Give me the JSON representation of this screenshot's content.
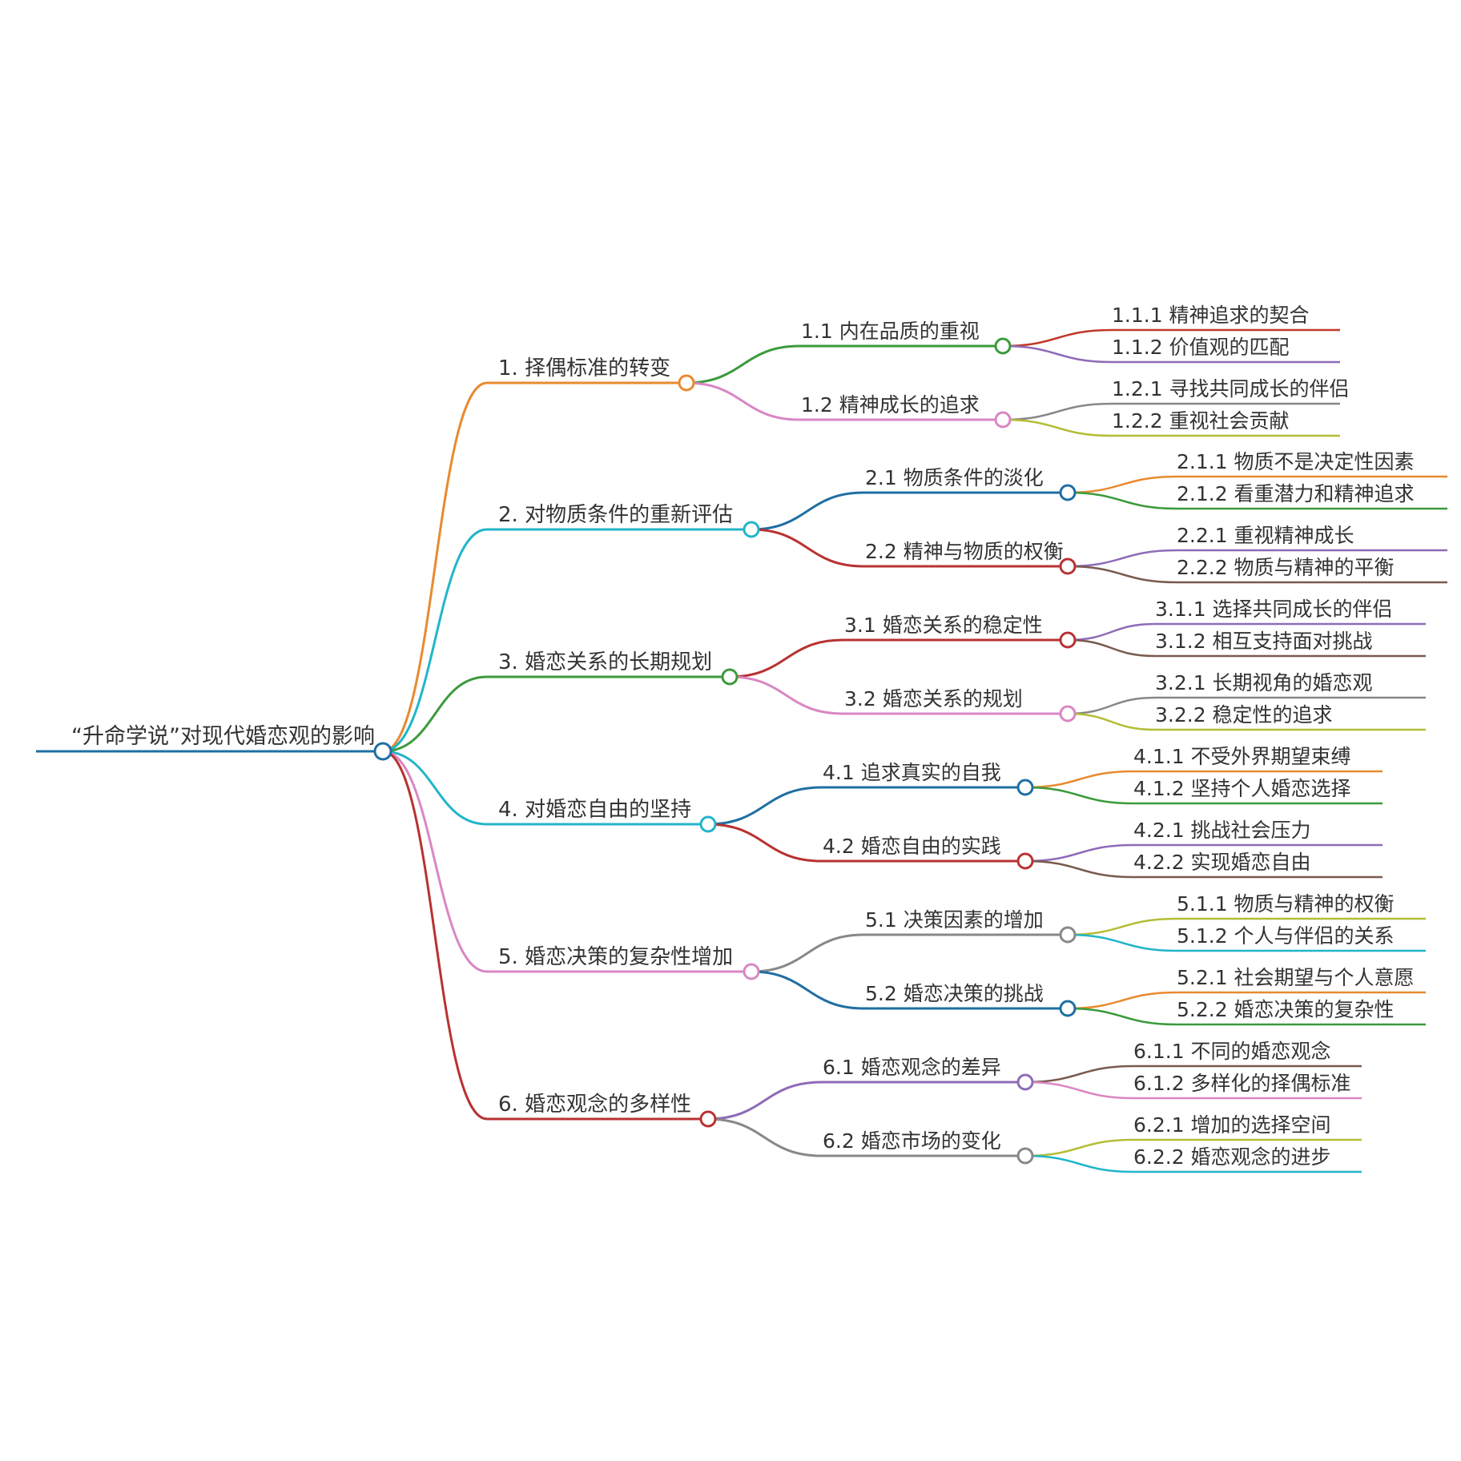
{
  "root": {
    "label": "“升命学说”对现代婚恋观的影响",
    "color": "#1f6ea3"
  },
  "branches": [
    {
      "label": "1. 择偶标准的转变",
      "color": "#e88a2e",
      "children": [
        {
          "label": "1.1 内在品质的重视",
          "color": "#3b9a3b",
          "children": [
            {
              "label": "1.1.1 精神追求的契合",
              "color": "#c0392b"
            },
            {
              "label": "1.1.2 价值观的匹配",
              "color": "#8e6bb8"
            }
          ]
        },
        {
          "label": "1.2 精神成长的追求",
          "color": "#d987c4",
          "children": [
            {
              "label": "1.2.1 寻找共同成长的伴侣",
              "color": "#888888"
            },
            {
              "label": "1.2.2 重视社会贡献",
              "color": "#b5bd35"
            }
          ]
        }
      ]
    },
    {
      "label": "2. 对物质条件的重新评估",
      "color": "#22b5c9",
      "children": [
        {
          "label": "2.1 物质条件的淡化",
          "color": "#1f6ea3",
          "children": [
            {
              "label": "2.1.1 物质不是决定性因素",
              "color": "#e88a2e"
            },
            {
              "label": "2.1.2 看重潜力和精神追求",
              "color": "#3b9a3b"
            }
          ]
        },
        {
          "label": "2.2 精神与物质的权衡",
          "color": "#b83232",
          "children": [
            {
              "label": "2.2.1 重视精神成长",
              "color": "#8e6bb8"
            },
            {
              "label": "2.2.2 物质与精神的平衡",
              "color": "#7a5a4e"
            }
          ]
        }
      ]
    },
    {
      "label": "3. 婚恋关系的长期规划",
      "color": "#3b9a3b",
      "children": [
        {
          "label": "3.1 婚恋关系的稳定性",
          "color": "#b83232",
          "children": [
            {
              "label": "3.1.1 选择共同成长的伴侣",
              "color": "#8e6bb8"
            },
            {
              "label": "3.1.2 相互支持面对挑战",
              "color": "#7a5a4e"
            }
          ]
        },
        {
          "label": "3.2 婚恋关系的规划",
          "color": "#d987c4",
          "children": [
            {
              "label": "3.2.1 长期视角的婚恋观",
              "color": "#888888"
            },
            {
              "label": "3.2.2 稳定性的追求",
              "color": "#b5bd35"
            }
          ]
        }
      ]
    },
    {
      "label": "4. 对婚恋自由的坚持",
      "color": "#22b5c9",
      "children": [
        {
          "label": "4.1 追求真实的自我",
          "color": "#1f6ea3",
          "children": [
            {
              "label": "4.1.1 不受外界期望束缚",
              "color": "#e88a2e"
            },
            {
              "label": "4.1.2 坚持个人婚恋选择",
              "color": "#3b9a3b"
            }
          ]
        },
        {
          "label": "4.2 婚恋自由的实践",
          "color": "#b83232",
          "children": [
            {
              "label": "4.2.1 挑战社会压力",
              "color": "#8e6bb8"
            },
            {
              "label": "4.2.2 实现婚恋自由",
              "color": "#7a5a4e"
            }
          ]
        }
      ]
    },
    {
      "label": "5. 婚恋决策的复杂性增加",
      "color": "#d987c4",
      "children": [
        {
          "label": "5.1 决策因素的增加",
          "color": "#888888",
          "children": [
            {
              "label": "5.1.1 物质与精神的权衡",
              "color": "#b5bd35"
            },
            {
              "label": "5.1.2 个人与伴侣的关系",
              "color": "#22b5c9"
            }
          ]
        },
        {
          "label": "5.2 婚恋决策的挑战",
          "color": "#1f6ea3",
          "children": [
            {
              "label": "5.2.1 社会期望与个人意愿",
              "color": "#e88a2e"
            },
            {
              "label": "5.2.2 婚恋决策的复杂性",
              "color": "#3b9a3b"
            }
          ]
        }
      ]
    },
    {
      "label": "6. 婚恋观念的多样性",
      "color": "#b83232",
      "children": [
        {
          "label": "6.1 婚恋观念的差异",
          "color": "#8e6bb8",
          "children": [
            {
              "label": "6.1.1 不同的婚恋观念",
              "color": "#7a5a4e"
            },
            {
              "label": "6.1.2 多样化的择偶标准",
              "color": "#d987c4"
            }
          ]
        },
        {
          "label": "6.2 婚恋市场的变化",
          "color": "#888888",
          "children": [
            {
              "label": "6.2.1 增加的选择空间",
              "color": "#b5bd35"
            },
            {
              "label": "6.2.2 婚恋观念的进步",
              "color": "#22b5c9"
            }
          ]
        }
      ]
    }
  ]
}
